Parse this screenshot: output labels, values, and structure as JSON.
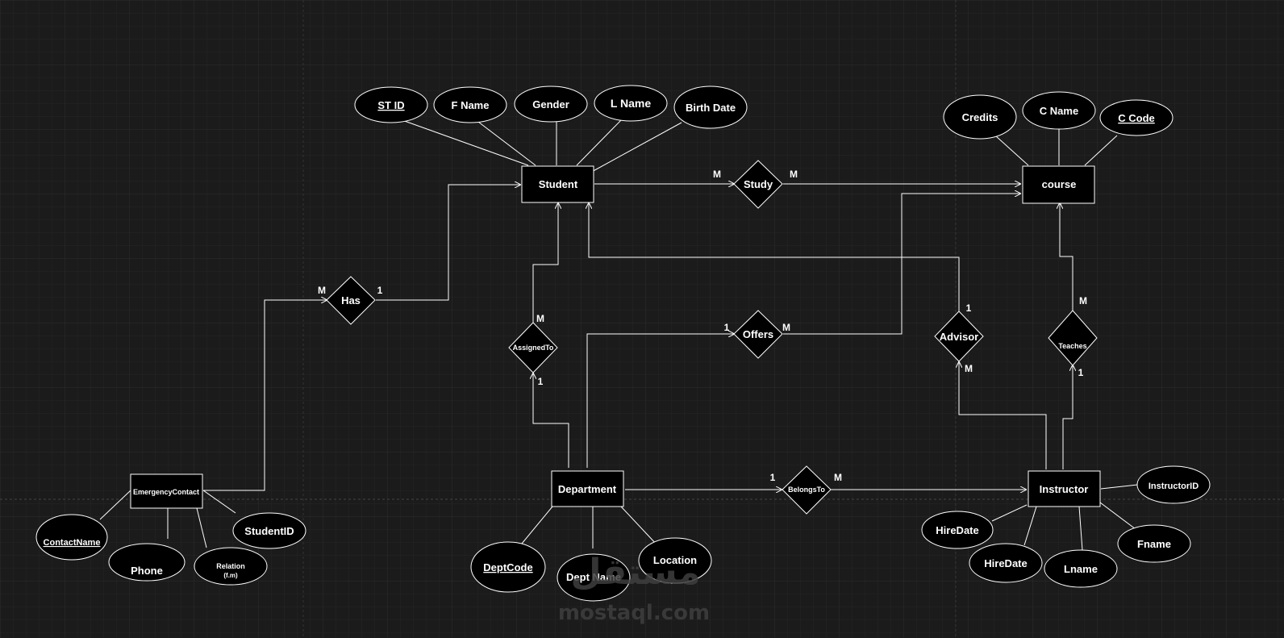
{
  "entities": {
    "student": "Student",
    "course": "course",
    "emergency_contact": "EmergencyContact",
    "department": "Department",
    "instructor": "Instructor"
  },
  "relationships": {
    "study": "Study",
    "has": "Has",
    "assigned_to": "AssignedTo",
    "offers": "Offers",
    "advisor": "Advisor",
    "teaches": "Teaches",
    "belongs_to": "BelongsTo"
  },
  "attributes": {
    "student": [
      "ST ID",
      "F Name",
      "Gender",
      "L Name",
      "Birth Date"
    ],
    "course": [
      "Credits",
      "C Name",
      "C Code"
    ],
    "emergency_contact": [
      "ContactName",
      "Phone",
      "Relation",
      "(f.m)",
      "StudentID"
    ],
    "department": [
      "DeptCode",
      "Dept Name",
      "Location"
    ],
    "instructor": [
      "InstructorID",
      "HireDate",
      "HireDate",
      "Fname",
      "Lname"
    ]
  },
  "cardinalities": {
    "study_left": "M",
    "study_right": "M",
    "has_left": "M",
    "has_right": "1",
    "assigned_top": "M",
    "assigned_bottom": "1",
    "offers_left": "1",
    "offers_right": "M",
    "advisor_top": "1",
    "advisor_bottom": "M",
    "teaches_top": "M",
    "teaches_bottom": "1",
    "belongs_left": "1",
    "belongs_right": "M"
  },
  "watermark": {
    "arabic": "مستقل",
    "domain": "mostaql.com"
  },
  "colors": {
    "background": "#1b1b1b",
    "grid": "#2a2a2a",
    "stroke": "#ffffff",
    "fill": "#000000"
  }
}
